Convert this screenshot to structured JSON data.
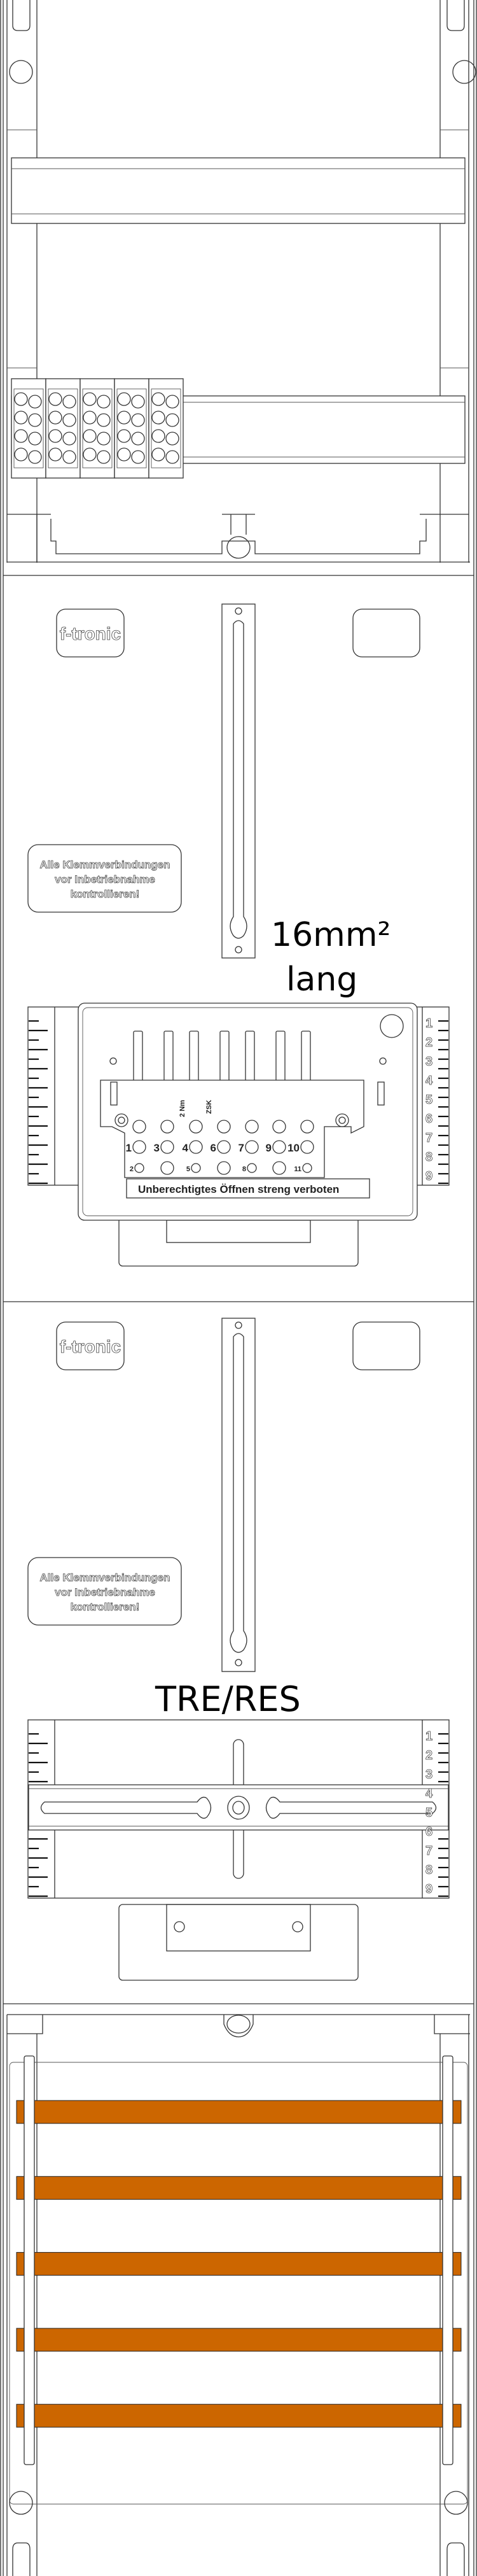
{
  "colors": {
    "busbar": "#CC6600",
    "line": "#333333",
    "background": "#FFFFFF"
  },
  "panel_top": {
    "name": "terminal-block-area"
  },
  "panel_meter": {
    "logo": "f-tronic",
    "warning": [
      "Alle Klemmverbindungen",
      "vor Inbetriebnahme",
      "kontrollieren!"
    ],
    "wire_label_1": "16mm²",
    "wire_label_2": "lang",
    "meter": {
      "torque": "2 Nm",
      "zsk": "ZSK",
      "seal_label": "Unberechtigtes Öffnen streng verboten",
      "terminals_row1": [
        "1",
        "3",
        "4",
        "6",
        "7",
        "9",
        "10"
      ],
      "terminals_row2": [
        "2",
        "5",
        "8",
        "11"
      ]
    },
    "ruler_numbers": [
      "1",
      "2",
      "3",
      "4",
      "5",
      "6",
      "7",
      "8",
      "9"
    ]
  },
  "panel_tre": {
    "logo": "f-tronic",
    "warning": [
      "Alle Klemmverbindungen",
      "vor Inbetriebnahme",
      "kontrollieren!"
    ],
    "label": "TRE/RES",
    "ruler_numbers": [
      "1",
      "2",
      "3",
      "4",
      "5",
      "6",
      "7",
      "8",
      "9"
    ]
  },
  "busbars": {
    "count": 5
  }
}
